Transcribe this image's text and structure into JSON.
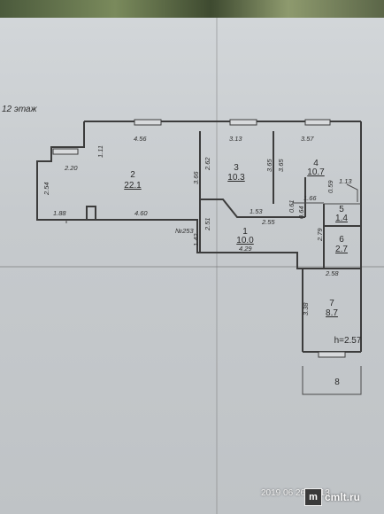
{
  "floor_label": "12 этаж",
  "rooms": [
    {
      "num": "2",
      "area": "22.1"
    },
    {
      "num": "3",
      "area": "10.3"
    },
    {
      "num": "4",
      "area": "10.7"
    },
    {
      "num": "5",
      "area": "1.4"
    },
    {
      "num": "6",
      "area": "2.7"
    },
    {
      "num": "1",
      "area": "10.0"
    },
    {
      "num": "7",
      "area": "8.7"
    },
    {
      "num": "8",
      "area": ""
    }
  ],
  "dims": [
    "4.56",
    "3.13",
    "3.57",
    "1.11",
    "2.20",
    "2.54",
    "1.88",
    "4.60",
    "3.66",
    "2.62",
    "3.65",
    "3.65",
    "1.13",
    "0.59",
    "1.66",
    "1.53",
    "2.55",
    "0.61",
    "0.64",
    "2.51",
    "1.42",
    "4.29",
    "2.79",
    "2.58",
    "3.38"
  ],
  "marker": "№253",
  "height_note": "h=2.57",
  "photo_stamp": "2019 06 26 21:13",
  "watermark": {
    "badge": "m",
    "text": "cmlt.ru"
  }
}
